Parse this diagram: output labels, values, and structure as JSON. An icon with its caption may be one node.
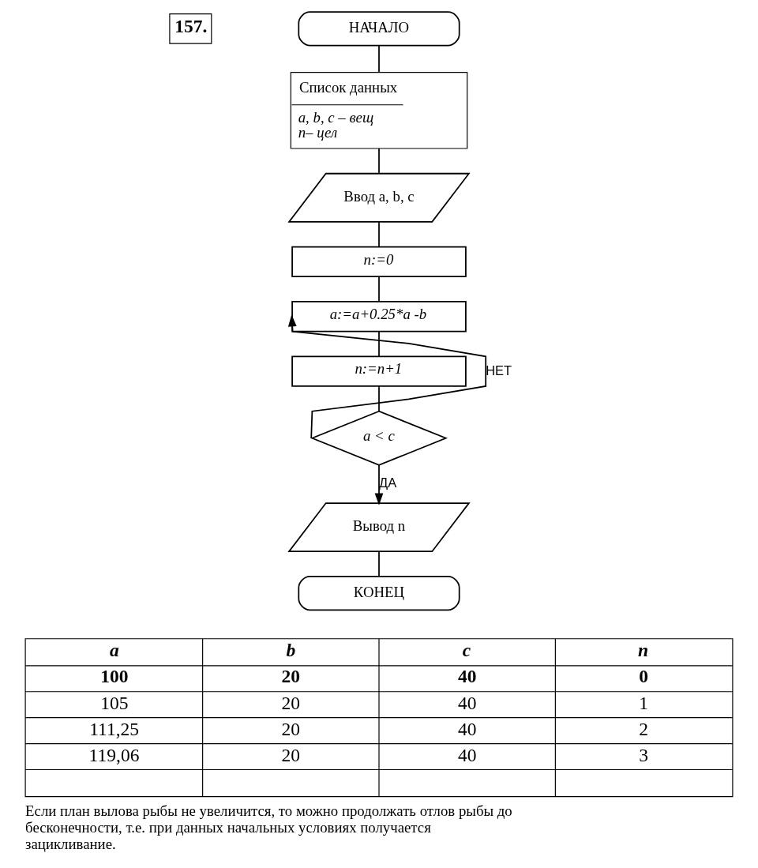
{
  "diagram": {
    "caption": "Если план вылова рыбы не увеличится, то можно продолжать отлов рыбы до бесконечности, т.е. при данных начальных условиях получается зацикливание.",
    "nodes": [
      {
        "text": [
          "НАЧАЛО"
        ]
      },
      {
        "text": [
          "Список данных",
          "a, b, c – вещ",
          "n– цел"
        ]
      },
      {
        "text": [
          "Ввод a, b, c"
        ]
      },
      {
        "text": [
          "n:=0"
        ]
      },
      {
        "text": [
          "a:=a+0.25*a -b"
        ]
      },
      {
        "text": [
          "n:=n+1"
        ]
      },
      {
        "text": [
          "a < c"
        ]
      },
      {
        "text": [
          "Вывод n"
        ]
      },
      {
        "text": [
          "КОНЕЦ"
        ]
      }
    ],
    "edges": [
      {
        "from": 0,
        "to": 1,
        "arrow": "none"
      },
      {
        "from": 1,
        "to": 2,
        "arrow": "none"
      },
      {
        "from": 2,
        "to": 3,
        "arrow": "none"
      },
      {
        "from": 3,
        "to": 4,
        "arrow": "none"
      },
      {
        "from": 4,
        "to": 5,
        "arrow": "none"
      },
      {
        "from": 5,
        "to": 6,
        "arrow": "none"
      },
      {
        "from": 6,
        "to": 7,
        "arrow": "to",
        "label": "ДА"
      },
      {
        "from": 6,
        "to": 4,
        "arrow": "to",
        "label": "НЕТ"
      },
      {
        "from": 7,
        "to": 8,
        "arrow": "none"
      }
    ],
    "labels": [
      "157.",
      "a",
      "b",
      "c",
      "n",
      "100",
      "20",
      "40",
      "0",
      "105",
      "20",
      "40",
      "1",
      "111,25",
      "20",
      "40",
      "2",
      "119,06",
      "20",
      "40",
      "3"
    ]
  }
}
